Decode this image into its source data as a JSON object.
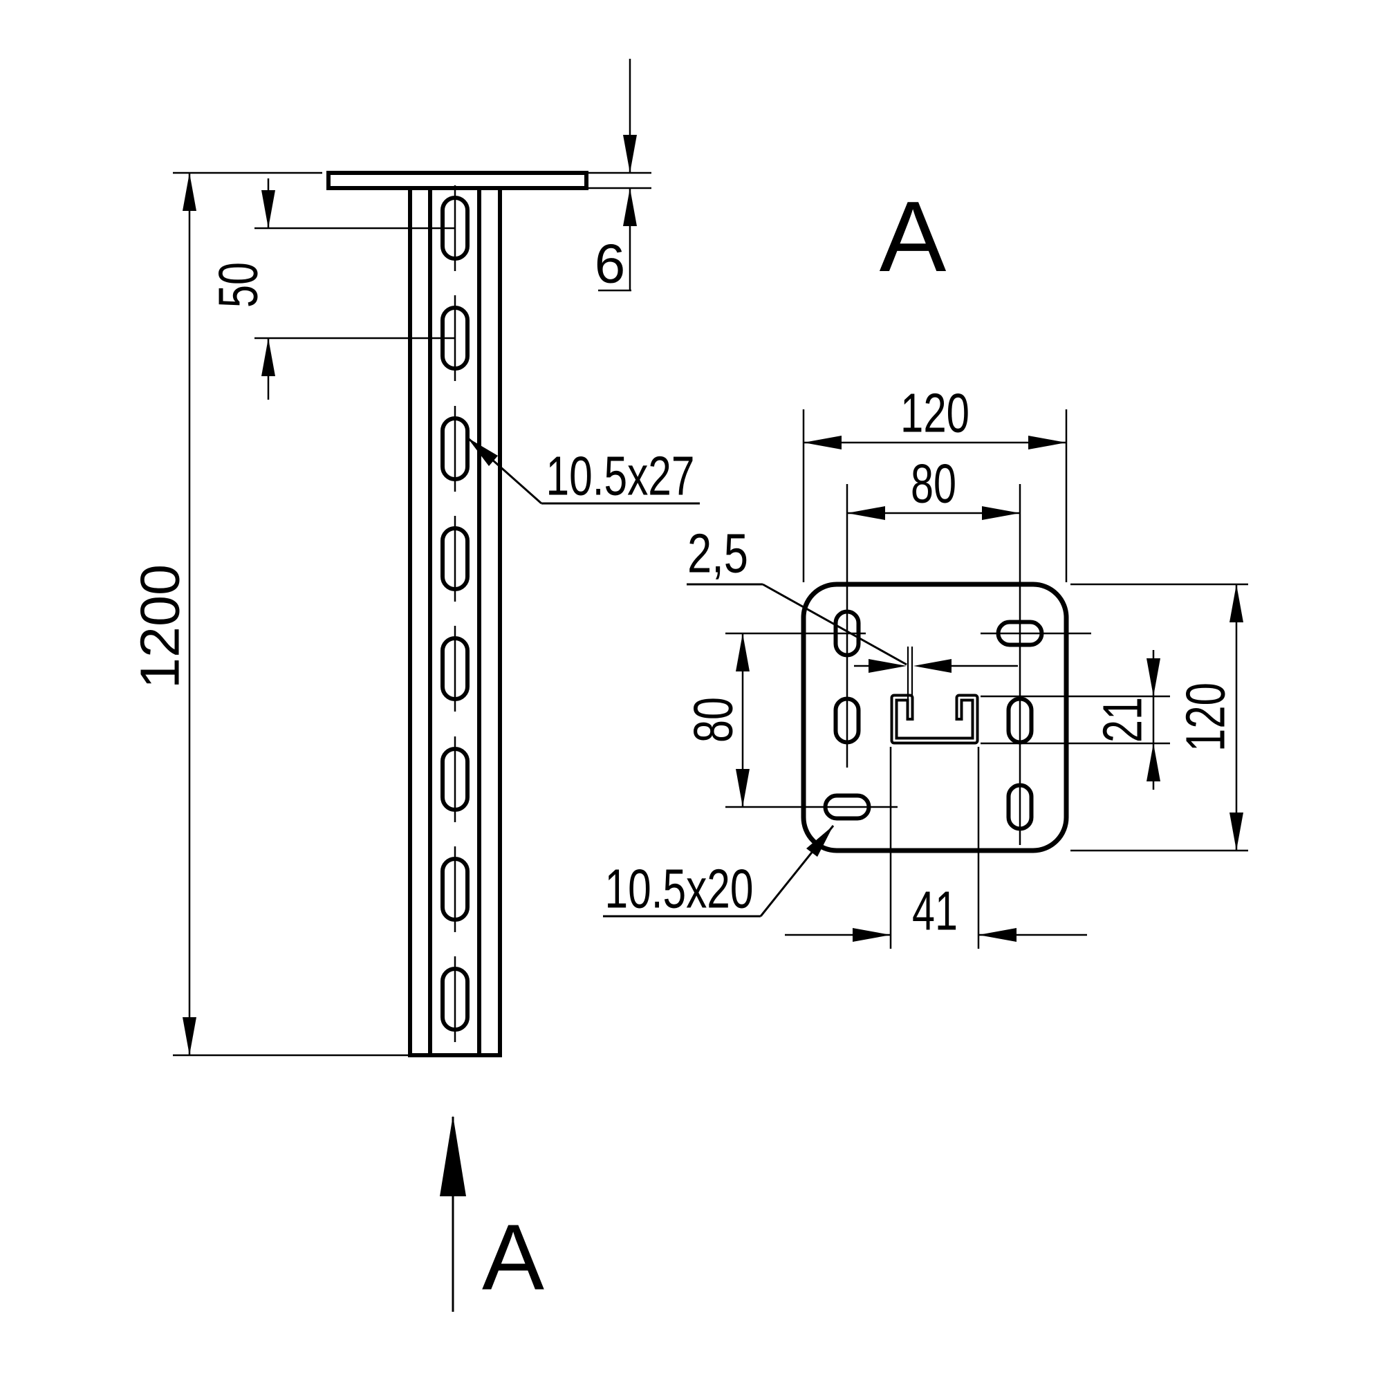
{
  "colors": {
    "line": "#000000",
    "background": "#ffffff"
  },
  "side_view": {
    "length_label": "1200",
    "slot_spacing_label": "50",
    "plate_thickness_label": "6",
    "slot_size_label": "10.5x27",
    "section_arrow_label": "A"
  },
  "section_view": {
    "view_label": "A",
    "plate_width_label": "120",
    "hole_spacing_horizontal_label": "80",
    "hole_spacing_vertical_label": "80",
    "plate_height_label": "120",
    "profile_height_label": "21",
    "profile_width_label": "41",
    "wall_thickness_label": "2,5",
    "slot_size_label": "10.5x20"
  }
}
